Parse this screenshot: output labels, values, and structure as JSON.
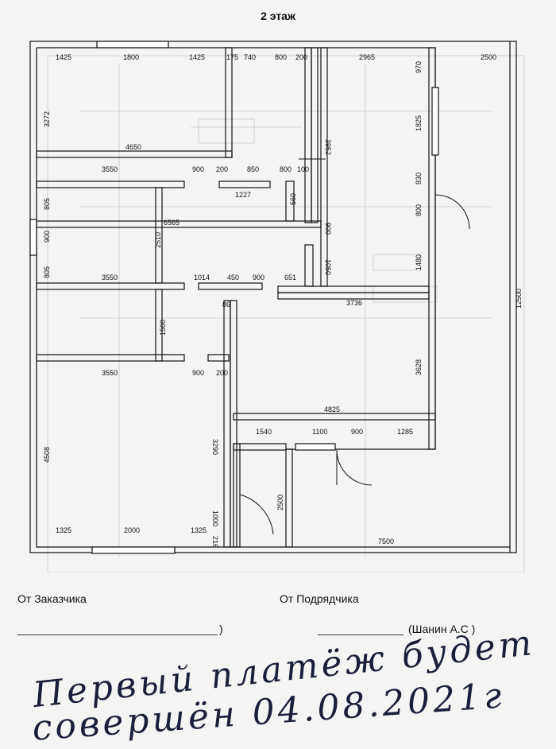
{
  "title": "2 этаж",
  "dimensions": {
    "top_row": [
      "1425",
      "1800",
      "1425",
      "175",
      "740",
      "800",
      "200",
      "2965",
      "2500"
    ],
    "right_col": [
      "970",
      "1825",
      "830",
      "800",
      "1480",
      "3628"
    ],
    "overall_right": "12500",
    "overall_bottom": "7500",
    "room1": [
      "3272",
      "4650"
    ],
    "row2": [
      "3550",
      "900",
      "200",
      "850",
      "800",
      "100"
    ],
    "v3952": "3952",
    "d1227": "1227",
    "d560": "560",
    "left_small": [
      "805",
      "900",
      "805"
    ],
    "d6565": "6565",
    "d2510": "2510",
    "d900v": "900",
    "d1050": "1050",
    "row3": [
      "3550",
      "1014",
      "450",
      "900",
      "651"
    ],
    "d3736": "3736",
    "d86": "86",
    "d1500": "1500",
    "row4": [
      "3550",
      "900",
      "200"
    ],
    "d4825": "4825",
    "d3290": "3290",
    "d4508": "4508",
    "row5": [
      "1540",
      "1100",
      "900",
      "1285"
    ],
    "d2500v": "2500",
    "d1000": "1000",
    "d216": "216",
    "bottom_row": [
      "1325",
      "2000",
      "1325"
    ]
  },
  "signatures": {
    "customer_label": "От Заказчика",
    "contractor_label": "От Подрядчика",
    "customer_suffix": ")",
    "contractor_name": "(Шанин А.С )"
  },
  "handwriting": {
    "line1": "Первый платёж будет",
    "line2": "совершён 04.08.2021г"
  }
}
